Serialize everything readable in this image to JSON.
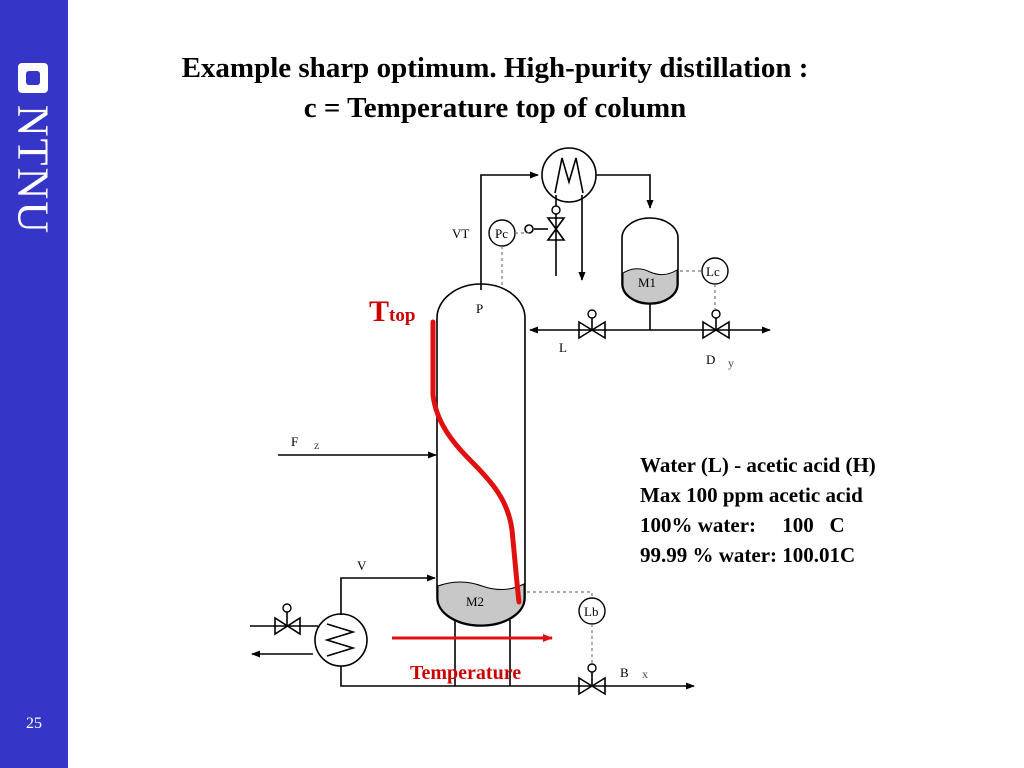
{
  "sidebar": {
    "brand": "NTNU",
    "page_number": "25"
  },
  "title": {
    "line1": "Example sharp optimum. High-purity distillation :",
    "line2": "c = Temperature top of column"
  },
  "diagram": {
    "labels": {
      "vt": "VT",
      "pc": "Pc",
      "m1": "M1",
      "lc": "Lc",
      "p": "P",
      "l": "L",
      "d": "D",
      "y": "y",
      "f": "F",
      "z": "z",
      "v": "V",
      "m2": "M2",
      "lb": "Lb",
      "b": "B",
      "x": "x"
    },
    "annotations": {
      "ttop_main": "T",
      "ttop_sub": "top",
      "temperature": "Temperature"
    },
    "colors": {
      "profile": "#e01010",
      "annotation": "#cc0000",
      "liquid": "#c0c0c0"
    }
  },
  "notes": [
    "Water (L) - acetic acid (H)",
    "Max 100 ppm acetic acid",
    "100% water:     100   C",
    "99.99 % water: 100.01C"
  ]
}
